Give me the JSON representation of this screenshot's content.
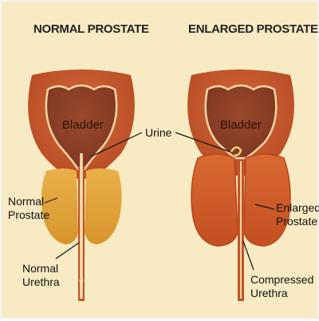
{
  "titles": {
    "normal": "NORMAL PROSTATE",
    "enlarged": "ENLARGED PROSTATE"
  },
  "labels": {
    "bladder_left": "Bladder",
    "bladder_right": "Bladder",
    "urine": "Urine",
    "normal_prostate": [
      "Normal",
      "Prostate"
    ],
    "normal_urethra": [
      "Normal",
      "Urethra"
    ],
    "enlarged_prostate": [
      "Enlarged",
      "Prostate"
    ],
    "compressed_urethra": [
      "Compressed",
      "Urethra"
    ]
  },
  "colors": {
    "background": "#f8ebc3",
    "bladder_wall": "#c1552a",
    "bladder_inner": "#8e3f26",
    "normal_prostate": "#e2a23a",
    "enlarged_prostate": "#cf5b2b",
    "urethra": "#f7e2b0"
  }
}
